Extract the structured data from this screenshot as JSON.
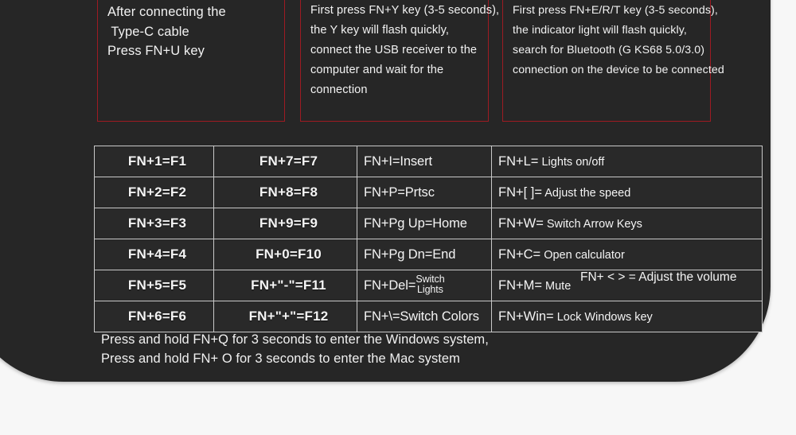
{
  "panel": {
    "background_color": "#262626",
    "page_background": "#f7f7f7"
  },
  "instruction_boxes": {
    "border_color": "#9e1b22",
    "boxes": [
      {
        "name": "wired-connection",
        "lines": [
          "After connecting the",
          " Type-C cable",
          "Press FN+U key"
        ]
      },
      {
        "name": "usb-receiver-connection",
        "lines": [
          "First press FN+Y key (3-5 seconds),",
          "the Y key will flash quickly,",
          "connect the USB receiver to the",
          "computer and wait for the",
          "connection"
        ]
      },
      {
        "name": "bluetooth-connection",
        "lines": [
          "First press FN+E/R/T key (3-5 seconds),",
          "the indicator light will flash quickly,",
          "search for Bluetooth (G KS68 5.0/3.0)",
          "connection on the device to be connected"
        ]
      }
    ]
  },
  "shortcut_table": {
    "border_color": "#c9c9c9",
    "rows": [
      {
        "col1": "FN+1=F1",
        "col2": "FN+7=F7",
        "col3": {
          "combo": "FN+I=Insert"
        },
        "col4": {
          "combo": "FN+L=",
          "desc": " Lights on/off"
        }
      },
      {
        "col1": "FN+2=F2",
        "col2": "FN+8=F8",
        "col3": {
          "combo": "FN+P=Prtsc"
        },
        "col4": {
          "combo": "FN+[  ]=",
          "desc": "  Adjust the speed"
        }
      },
      {
        "col1": "FN+3=F3",
        "col2": "FN+9=F9",
        "col3": {
          "combo": "FN+Pg Up=Home"
        },
        "col4": {
          "combo": "FN+W=",
          "desc": "  Switch Arrow Keys"
        }
      },
      {
        "col1": "FN+4=F4",
        "col2": "FN+0=F10",
        "col3": {
          "combo": "FN+Pg Dn=End"
        },
        "col4": {
          "combo": "FN+C=",
          "desc": "   Open calculator"
        }
      },
      {
        "col1": "FN+5=F5",
        "col2": "FN+\"-\"=F11",
        "col3": {
          "combo": "FN+Del=",
          "stack_line1": "Switch",
          "stack_line2": "Lights"
        },
        "col4": {
          "combo": "FN+M=",
          "desc": " Mute"
        }
      },
      {
        "col1": "FN+6=F6",
        "col2": "FN+\"+\"=F12",
        "col3": {
          "combo": "FN+\\=Switch Colors"
        },
        "col4": {
          "combo": "FN+Win=",
          "desc": " Lock Windows key"
        }
      }
    ],
    "overflow_note": "FN+ < > = Adjust the volume"
  },
  "footer": {
    "lines": [
      "Press and hold FN+Q for 3 seconds to enter the Windows system,",
      "Press and hold FN+ O for 3 seconds to enter the Mac system"
    ]
  }
}
